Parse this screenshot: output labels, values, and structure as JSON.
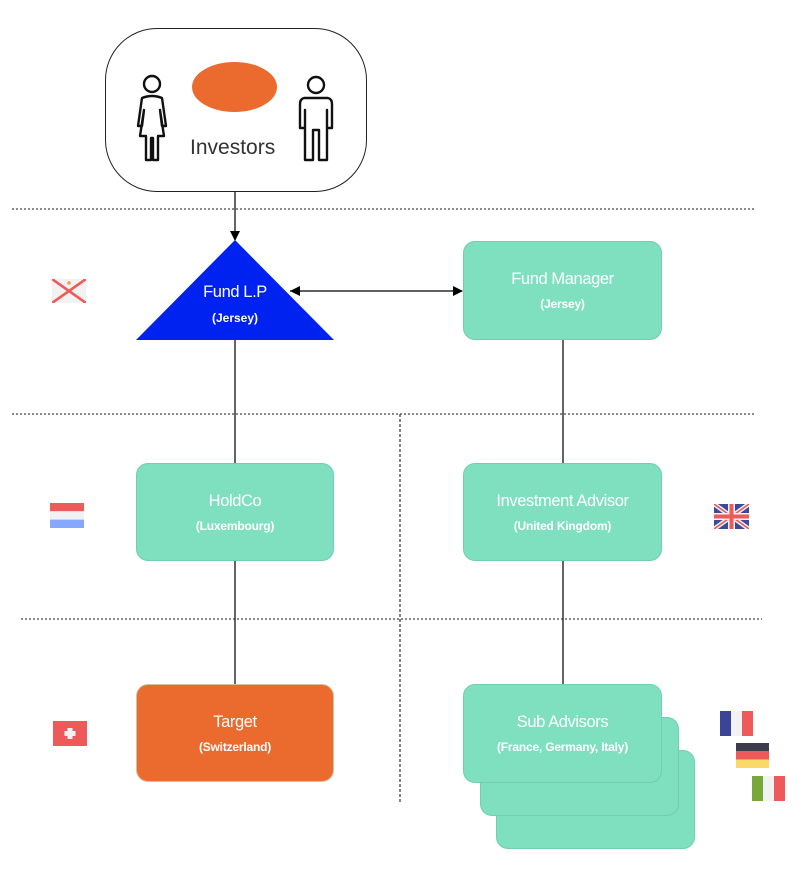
{
  "investors": {
    "label": "Investors",
    "icons": [
      "female-person-icon",
      "male-person-icon"
    ],
    "accent": "#eb6a2e"
  },
  "fund": {
    "title": "Fund L.P",
    "subtitle": "(Jersey)",
    "color": "#0022f0",
    "flag": "jersey-flag-icon"
  },
  "fund_manager": {
    "title": "Fund Manager",
    "subtitle": "(Jersey)"
  },
  "holdco": {
    "title": "HoldCo",
    "subtitle": "(Luxembourg)",
    "flag": "luxembourg-flag-icon"
  },
  "investment_advisor": {
    "title": "Investment Advisor",
    "subtitle": "(United Kingdom)",
    "flag": "uk-flag-icon"
  },
  "target": {
    "title": "Target",
    "subtitle": "(Switzerland)",
    "flag": "switzerland-flag-icon",
    "color": "#eb6a2e"
  },
  "sub_advisors": {
    "title": "Sub Advisors",
    "subtitle": "(France, Germany, Italy)",
    "flags": [
      "france-flag-icon",
      "germany-flag-icon",
      "italy-flag-icon"
    ]
  },
  "colors": {
    "box_green": "#7ee0bf",
    "box_orange": "#eb6a2e",
    "fund_blue": "#0022f0"
  }
}
